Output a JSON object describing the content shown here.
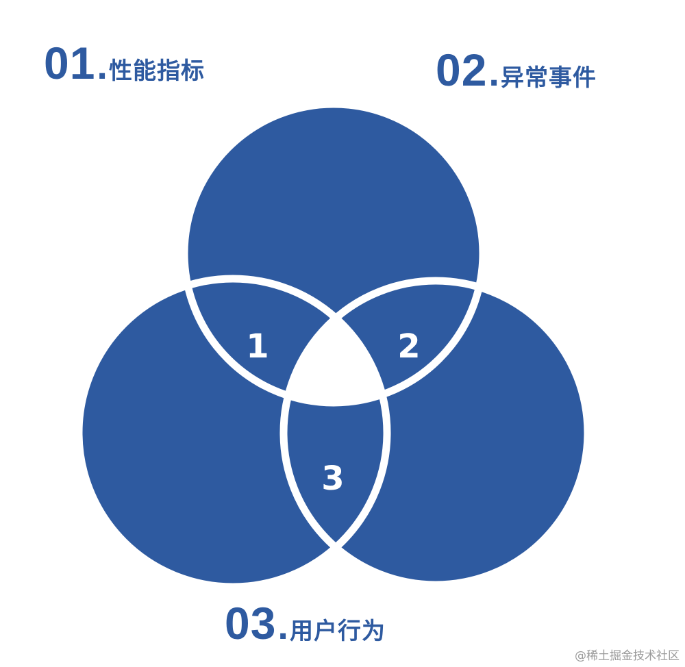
{
  "colors": {
    "primary": "#2e5aa0",
    "stroke": "#ffffff",
    "background": "#ffffff",
    "watermark": "#9a9a9a"
  },
  "labels": [
    {
      "number": "01",
      "separator": ".",
      "text": "性能指标"
    },
    {
      "number": "02",
      "separator": ".",
      "text": "异常事件"
    },
    {
      "number": "03",
      "separator": ".",
      "text": "用户行为"
    }
  ],
  "venn": {
    "sets": [
      "性能指标",
      "异常事件",
      "用户行为"
    ],
    "region_labels": [
      "1",
      "2",
      "3"
    ]
  },
  "watermark": "@稀土掘金技术社区"
}
